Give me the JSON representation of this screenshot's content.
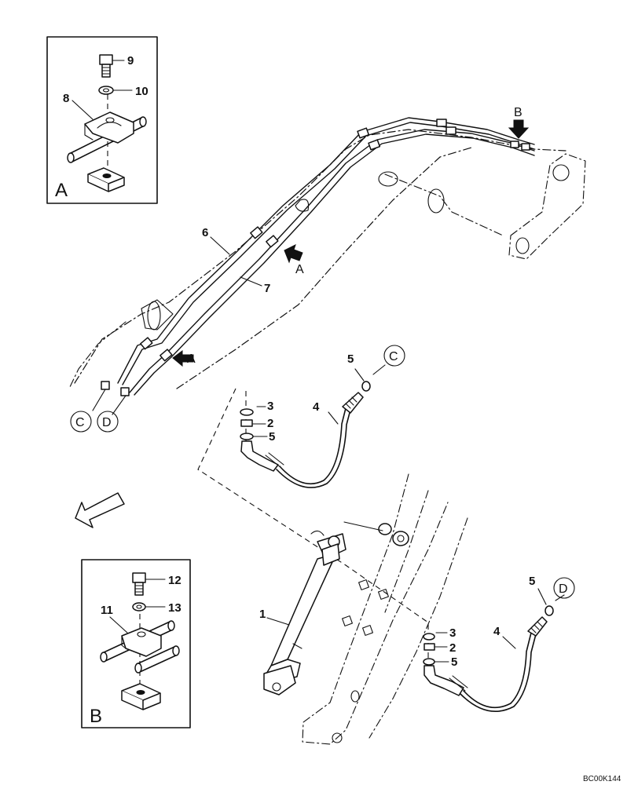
{
  "callouts": {
    "n1": "1",
    "n2a": "2",
    "n2b": "2",
    "n3a": "3",
    "n3b": "3",
    "n4a": "4",
    "n4b": "4",
    "n5a": "5",
    "n5b": "5",
    "n5c": "5",
    "n5d": "5",
    "n6": "6",
    "n7": "7",
    "n8": "8",
    "n9": "9",
    "n10": "10",
    "n11": "11",
    "n12": "12",
    "n13": "13"
  },
  "views": {
    "a_label": "A",
    "a_arrow_1": "A",
    "a_arrow_2": "A",
    "b_label": "B",
    "b_arrow": "B"
  },
  "connectors": {
    "c_left": "C",
    "c_top": "C",
    "d_left": "D",
    "d_right": "D"
  },
  "drawing_code": "BC00K144",
  "icons": [
    "direction-arrow-icon",
    "view-arrow-icon"
  ]
}
